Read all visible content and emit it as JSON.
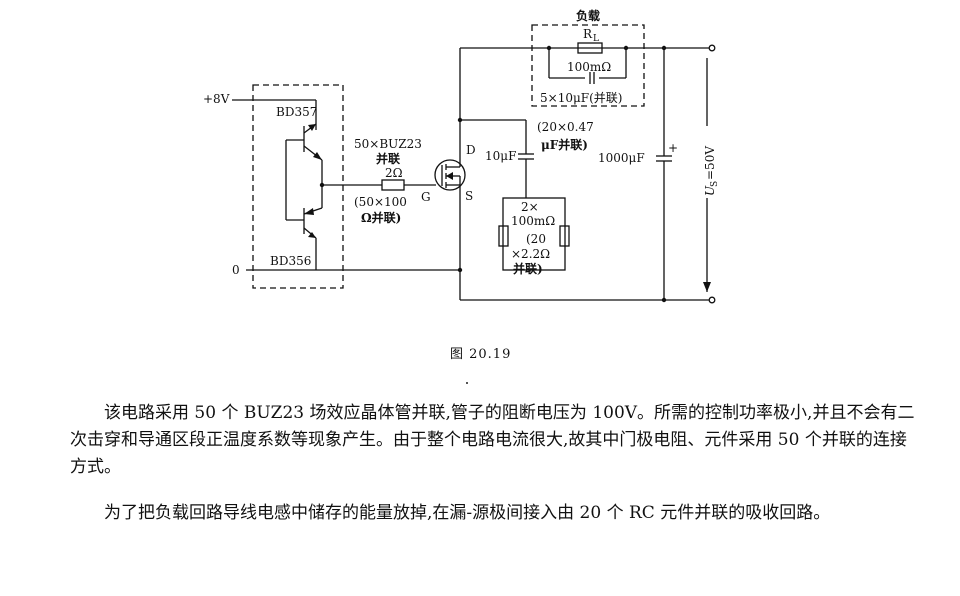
{
  "diagram": {
    "labels": {
      "load_title": "负载",
      "rl": "R",
      "rl_sub": "L",
      "rl_value": "100mΩ",
      "load_cap": "5×10μF(并联)",
      "plus8v": "+8V",
      "bd357": "BD357",
      "bd356": "BD356",
      "zero": "0",
      "buz_line1": "50×BUZ23",
      "buz_line2": "并联",
      "gate_res": "2Ω",
      "gate_res_note1": "(50×100",
      "gate_res_note2": "Ω并联)",
      "g": "G",
      "d": "D",
      "s": "S",
      "snub_cap": "10μF",
      "snub_note1": "(20×0.47",
      "snub_note2": "μF并联)",
      "bulk_cap": "1000μF",
      "bulk_plus": "+",
      "us": "U",
      "us_sub": "S",
      "us_val": "=50V",
      "src_res1": "2×",
      "src_res2": "100mΩ",
      "src_res3": "(20",
      "src_res4": "×2.2Ω",
      "src_res5": "并联)"
    }
  },
  "caption": "图 20.19",
  "paragraphs": [
    "该电路采用 50 个 BUZ23 场效应晶体管并联,管子的阻断电压为 100V。所需的控制功率极小,并且不会有二次击穿和导通区段正温度系数等现象产生。由于整个电路电流很大,故其中门极电阻、元件采用 50 个并联的连接方式。",
    "为了把负载回路导线电感中储存的能量放掉,在漏-源极间接入由 20 个 RC 元件并联的吸收回路。"
  ]
}
